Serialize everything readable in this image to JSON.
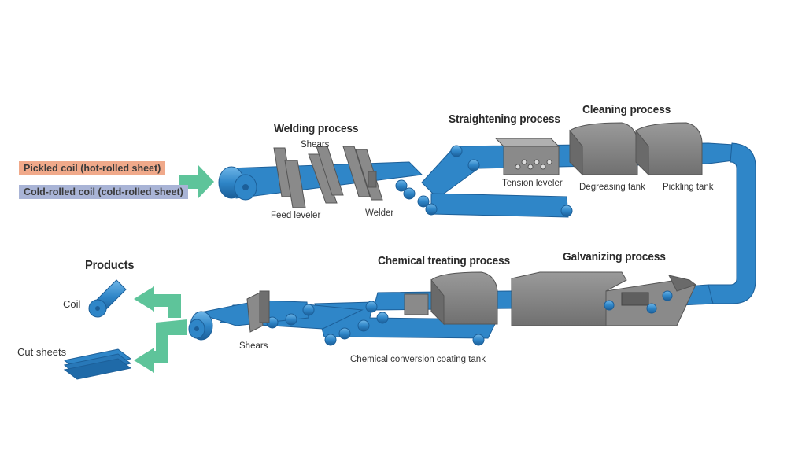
{
  "inputs": [
    {
      "label": "Pickled coil (hot-rolled sheet)",
      "color": "#f0a98a"
    },
    {
      "label": "Cold-rolled coil (cold-rolled sheet)",
      "color": "#a9b4d6"
    }
  ],
  "sections": {
    "welding": "Welding process",
    "straightening": "Straightening process",
    "cleaning": "Cleaning process",
    "chemical": "Chemical treating process",
    "galvanizing": "Galvanizing process",
    "products": "Products"
  },
  "equipment": {
    "shears_top": "Shears",
    "feed_leveler": "Feed leveler",
    "welder": "Welder",
    "tension_leveler": "Tension leveler",
    "degreasing_tank": "Degreasing tank",
    "pickling_tank": "Pickling tank",
    "shears_bottom": "Shears",
    "chem_tank": "Chemical conversion coating tank"
  },
  "outputs": {
    "coil": "Coil",
    "cut_sheets": "Cut sheets"
  },
  "colors": {
    "strip": "#2f86c8",
    "strip_dark": "#1c5f99",
    "machine": "#8a8a8a",
    "machine_dark": "#5f5f5f",
    "arrow": "#5ec49a"
  }
}
